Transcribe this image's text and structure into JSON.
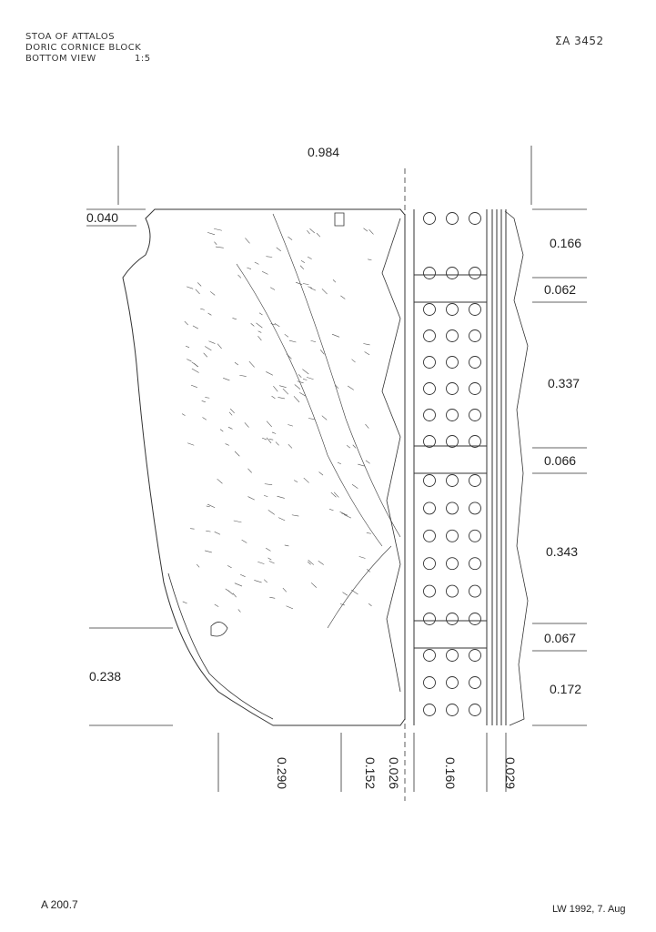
{
  "header": {
    "line1": "STOA OF ATTALOS",
    "line2": "DORIC CORNICE BLOCK",
    "line3": "BOTTOM VIEW",
    "scale": "1:5",
    "inventory": "ΣΑ 3452"
  },
  "dimensions": {
    "overall_width": "0.984",
    "top_offset": "0.040",
    "left_lower": "0.238",
    "right": [
      "0.166",
      "0.062",
      "0.337",
      "0.066",
      "0.343",
      "0.067",
      "0.172"
    ],
    "bottom": [
      "0.290",
      "0.152",
      "0.026",
      "0.160",
      "0.029"
    ]
  },
  "footer": {
    "sheet": "A 200.7",
    "signature": "LW 1992, 7. Aug"
  }
}
